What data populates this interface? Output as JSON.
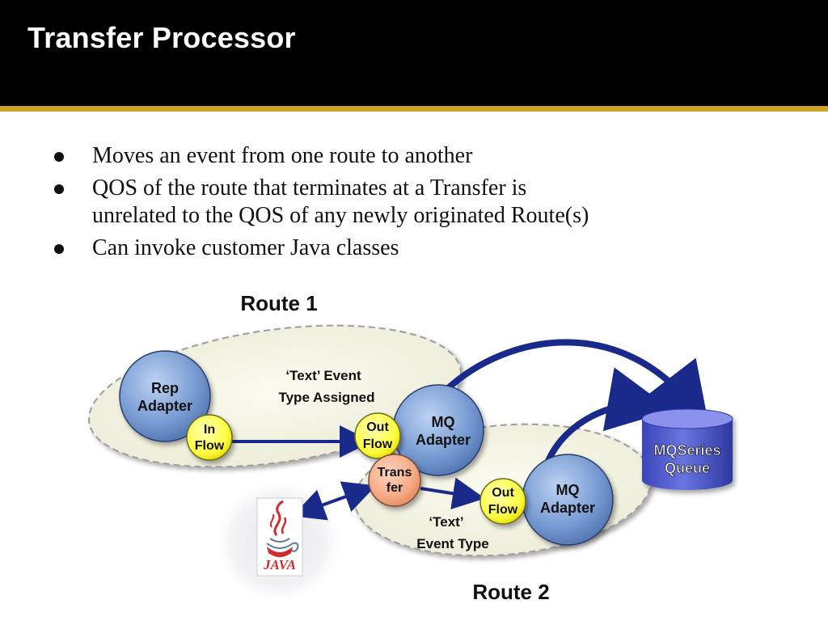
{
  "slide": {
    "title": "Transfer Processor",
    "bullets": [
      "Moves an event from one route to another",
      "QOS of the route that terminates at a Transfer is",
      "unrelated to the QOS of any newly originated Route(s)",
      "Can invoke customer Java classes"
    ]
  },
  "diagram": {
    "route1_label": "Route 1",
    "route2_label": "Route 2",
    "rep_adapter": [
      "Rep",
      "Adapter"
    ],
    "in_flow": [
      "In",
      "Flow"
    ],
    "text_event_assigned": [
      "‘Text’ Event",
      "Type Assigned"
    ],
    "out_flow_1": [
      "Out",
      "Flow"
    ],
    "mq_adapter_1": [
      "MQ",
      "Adapter"
    ],
    "transfer": [
      "Trans",
      "fer"
    ],
    "out_flow_2": [
      "Out",
      "Flow"
    ],
    "mq_adapter_2": [
      "MQ",
      "Adapter"
    ],
    "text_event_type": [
      "‘Text’",
      "Event Type"
    ],
    "queue": [
      "MQSeries",
      "Queue"
    ],
    "java_logo_text": "JAVA"
  },
  "colors": {
    "header": "#000000",
    "accent_rule": "#c9a227",
    "adapter_blue": "#7b9fd4",
    "flow_yellow": "#ffff44",
    "transfer_orange": "#f4a880",
    "queue_blue": "#4a55c8",
    "arrow_navy": "#1a2a8a"
  }
}
